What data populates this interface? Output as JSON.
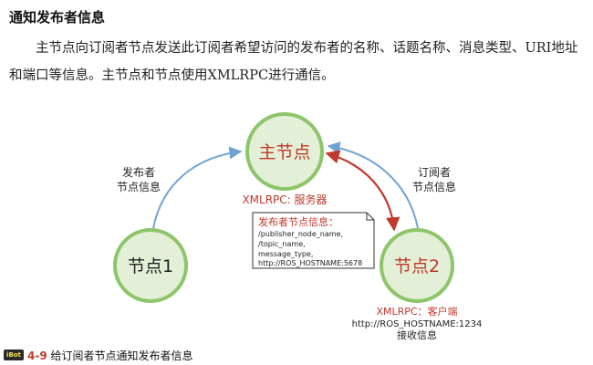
{
  "heading": "通知发布者信息",
  "paragraph": "主节点向订阅者节点发送此订阅者希望访问的发布者的名称、话题名称、消息类型、URI地址和端口等信息。主节点和节点使用XMLRPC进行通信。",
  "diagram": {
    "master_node": "主节点",
    "master_role": "XMLRPC: 服务器",
    "node1": "节点1",
    "node2": "节点2",
    "node2_role": "XMLRPC：客户端",
    "node2_uri": "http://ROS_HOSTNAME:1234",
    "node2_receive": "接收信息",
    "publisher_edge_label": [
      "发布者",
      "节点信息"
    ],
    "subscriber_edge_label": [
      "订阅者",
      "节点信息"
    ],
    "note": {
      "title": "发布者节点信息：",
      "lines": [
        "/publisher_node_name,",
        "/topic_name,",
        "message_type,",
        "http://ROS_HOSTNAME:5678"
      ]
    },
    "colors": {
      "node_fill": "#e3efd6",
      "node_ring": "#8dc56a",
      "blue_arrow": "#6fa3d6",
      "red_arrow": "#c0392b",
      "master_text": "#c0392b"
    }
  },
  "caption": {
    "badge": "iBot",
    "number": "4-9",
    "text": "给订阅者节点通知发布者信息"
  }
}
